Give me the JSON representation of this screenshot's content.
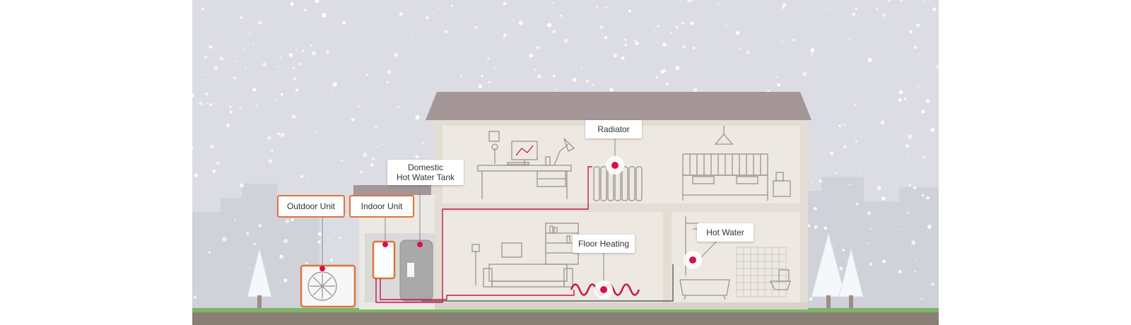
{
  "labels": {
    "radiator": "Radiator",
    "domestic_tank_line1": "Domestic",
    "domestic_tank_line2": "Hot Water Tank",
    "outdoor_unit": "Outdoor Unit",
    "indoor_unit": "Indoor Unit",
    "floor_heating": "Floor Heating",
    "hot_water": "Hot Water"
  },
  "colors": {
    "sky": "#dcdde4",
    "roof": "#a59797",
    "wall": "#e3ddd3",
    "room": "#ede9e2",
    "pipe_hot": "#c8164b",
    "marker": "#d8104a",
    "highlight_border": "#e0733a",
    "ground": "#8a7f74",
    "grass": "#7fb468",
    "tree": "#f4f8fb"
  },
  "icons": [
    "snowflake-icon",
    "tree-icon",
    "fan-icon",
    "radiator-icon",
    "bed-icon",
    "lamp-icon",
    "bathtub-icon",
    "shower-icon",
    "toilet-icon",
    "sofa-icon",
    "bookshelf-icon",
    "desk-icon",
    "computer-icon"
  ]
}
